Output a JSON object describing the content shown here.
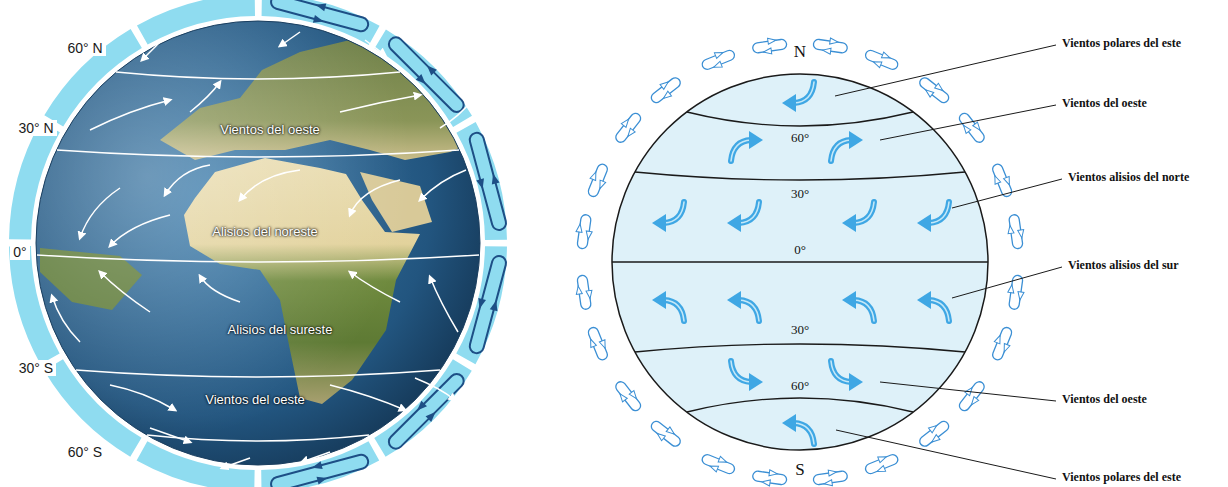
{
  "diagram": {
    "labels": [
      "60° N",
      "30° N",
      "0°",
      "30° S",
      "60° S",
      "Vientos del oeste",
      "Alisios del noreste",
      "Alisios del sureste",
      "Vientos del oeste",
      "N",
      "60°",
      "30°",
      "0°",
      "30°",
      "60°",
      "S",
      "Vientos polares del este",
      "Vientos del oeste",
      "Vientos alisios del norte",
      "Vientos alisios del sur",
      "Vientos del oeste",
      "Vientos polares del este"
    ]
  }
}
